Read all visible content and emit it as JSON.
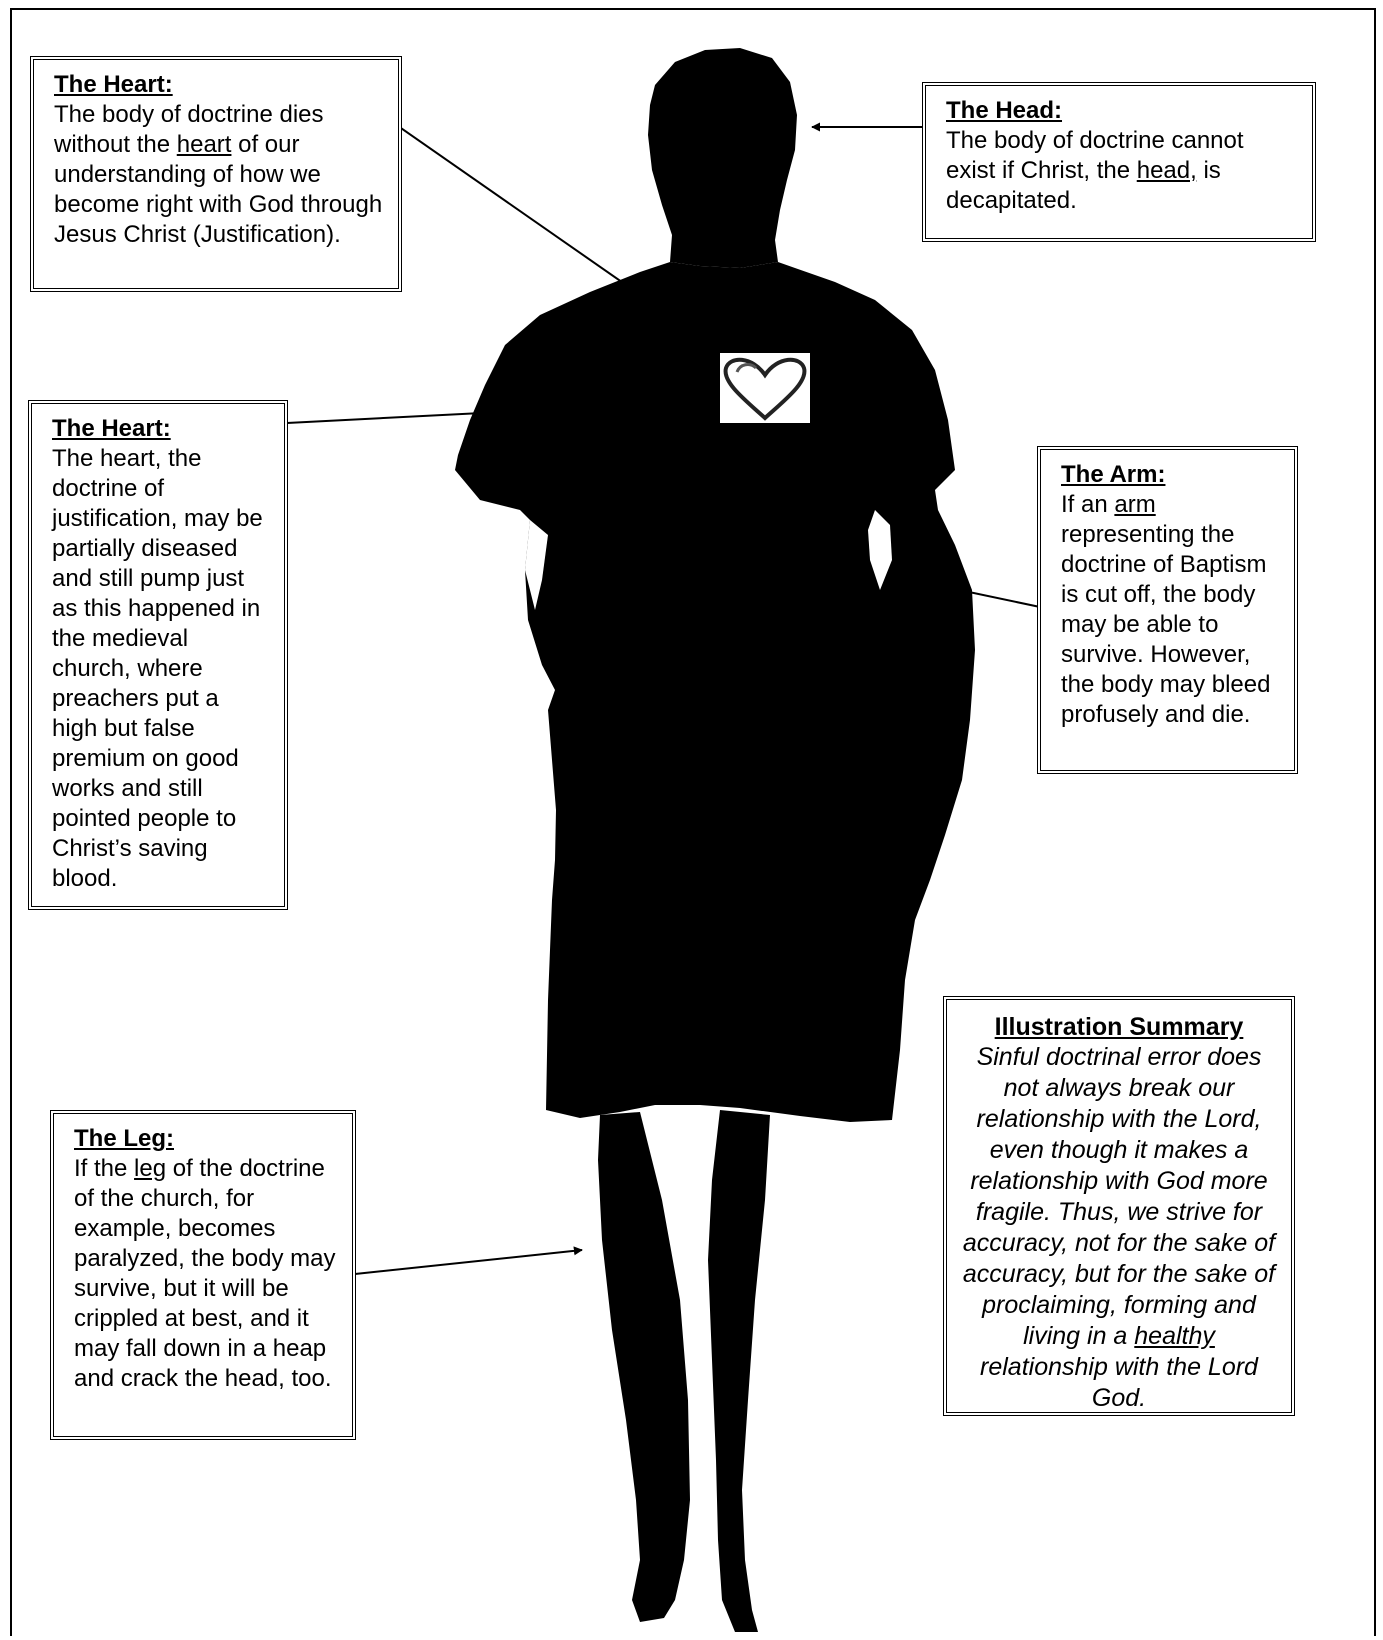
{
  "heart_top": {
    "heading": "The Heart:",
    "t1": "The body of doctrine dies without the ",
    "u1": "heart",
    "t2": " of our understanding of how we become right with God through Jesus Christ (Justification)."
  },
  "head": {
    "heading": "The Head:",
    "t1": "The body of doctrine cannot exist if Christ, the ",
    "u1": "head,",
    "t2": " is decapitated."
  },
  "heart_mid": {
    "heading": "The Heart:",
    "t1": "The heart, the doctrine of justification, may be partially diseased and still pump just as this happened in the medieval church, where preachers put a high but false premium on good works and still pointed people to Christ’s saving blood."
  },
  "arm": {
    "heading": "The Arm:",
    "t1": "If an ",
    "u1": "arm",
    "t2": " representing the doctrine of Baptism is cut off, the body may be able to survive. However, the body may bleed profusely and die."
  },
  "leg": {
    "heading": "The Leg:",
    "t1": "If the ",
    "u1": "leg",
    "t2": " of the doctrine of the church, for example, becomes paralyzed, the body may survive, but it will be crippled at best, and it may fall down in a heap and crack the head, too."
  },
  "summary": {
    "heading": "Illustration Summary",
    "t1": "Sinful doctrinal error does not always break our relationship with the Lord, even though it makes a relationship with God more fragile. Thus, we strive for accuracy, not for the sake of accuracy, but for the sake of proclaiming, forming and living in a ",
    "u1": "healthy",
    "t2": " relationship with the Lord God."
  },
  "icons": [
    "human-silhouette",
    "heart-icon"
  ]
}
